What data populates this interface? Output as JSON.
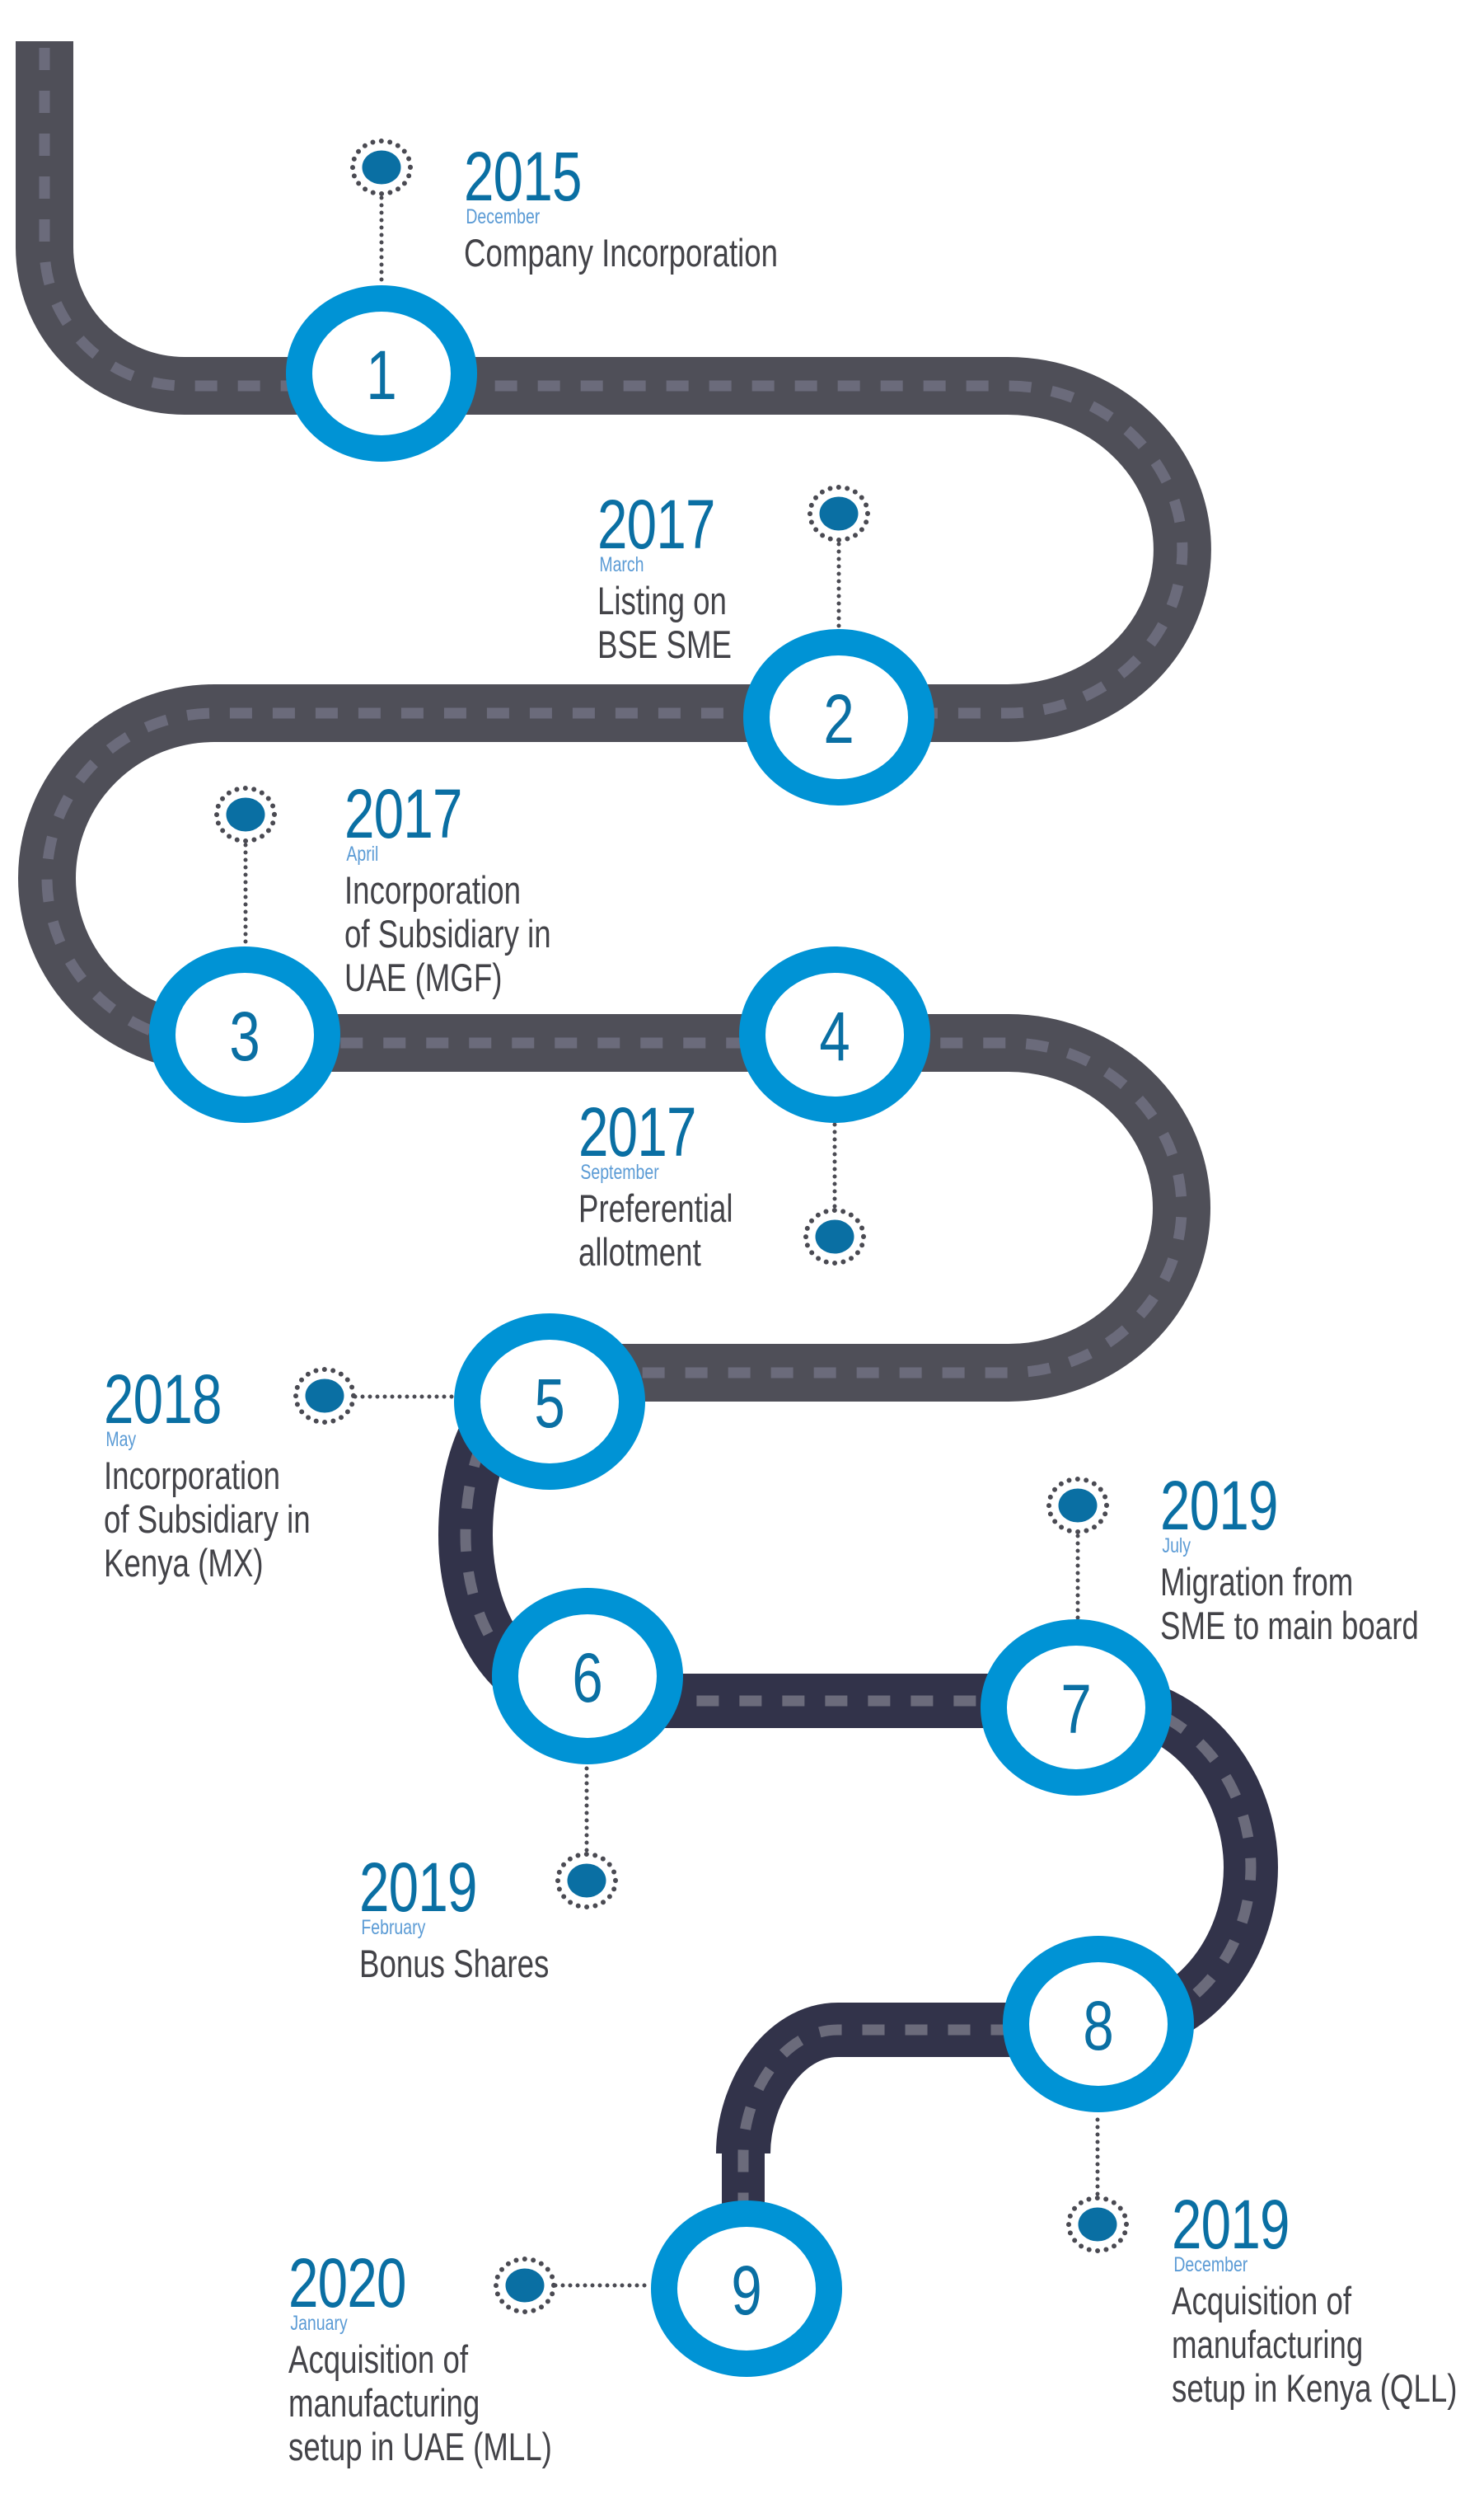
{
  "milestones": [
    {
      "number": "1",
      "year": "2015",
      "month": "December",
      "lines": [
        "Company Incorporation"
      ]
    },
    {
      "number": "2",
      "year": "2017",
      "month": "March",
      "lines": [
        "Listing on",
        "BSE SME"
      ]
    },
    {
      "number": "3",
      "year": "2017",
      "month": "April",
      "lines": [
        "Incorporation",
        "of Subsidiary in",
        "UAE (MGF)"
      ]
    },
    {
      "number": "4",
      "year": "2017",
      "month": "September",
      "lines": [
        "Preferential",
        "allotment"
      ]
    },
    {
      "number": "5",
      "year": "2018",
      "month": "May",
      "lines": [
        "Incorporation",
        "of Subsidiary in",
        "Kenya (MX)"
      ]
    },
    {
      "number": "6",
      "year": "2019",
      "month": "February",
      "lines": [
        "Bonus Shares"
      ]
    },
    {
      "number": "7",
      "year": "2019",
      "month": "July",
      "lines": [
        "Migration from",
        "SME to main board"
      ]
    },
    {
      "number": "8",
      "year": "2019",
      "month": "December",
      "lines": [
        "Acquisition of",
        "manufacturing",
        "setup in Kenya (QLL)"
      ]
    },
    {
      "number": "9",
      "year": "2020",
      "month": "January",
      "lines": [
        "Acquisition of",
        "manufacturing",
        "setup in UAE (MLL)"
      ]
    }
  ],
  "icons": {
    "milestone_marker": "map-pin-dot-icon",
    "milestone_badge": "numbered-ring-icon"
  },
  "colors": {
    "road_primary": "#4f4f58",
    "road_secondary": "#32334a",
    "lane": "#6b6b7b",
    "ring": "#0093d5",
    "year": "#0a6fa3",
    "month": "#5b9bd5",
    "desc": "#434348",
    "dot": "#0a6fa3",
    "dotted": "#4a4a52"
  }
}
